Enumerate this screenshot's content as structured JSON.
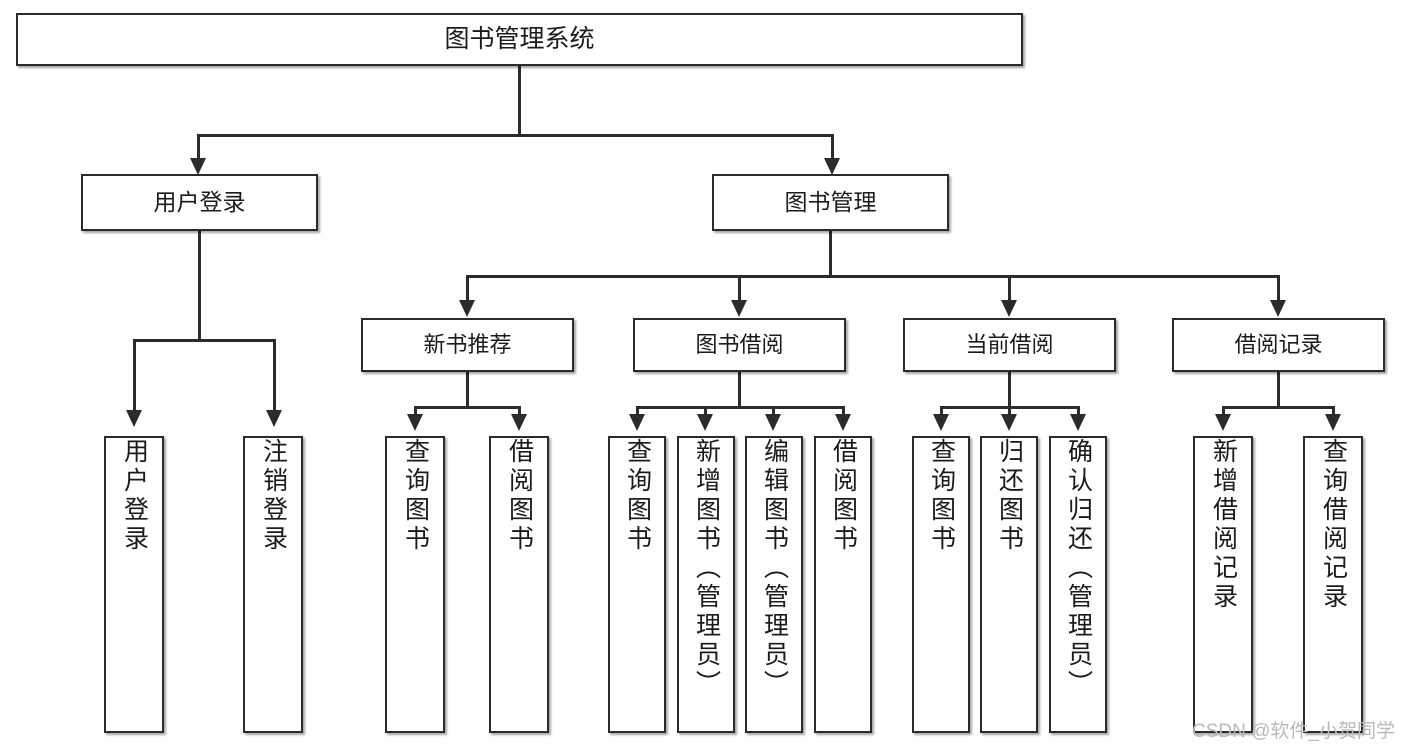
{
  "diagram": {
    "title": "图书管理系统",
    "type": "tree",
    "watermark": "CSDN @软件_小贺同学",
    "colors": {
      "stroke": "#2b2b2b",
      "fill": "#ffffff",
      "text": "#1b1b1b",
      "watermark": "#b9b9b9"
    },
    "root": {
      "label": "图书管理系统"
    },
    "level1": [
      {
        "label": "用户登录"
      },
      {
        "label": "图书管理"
      }
    ],
    "level2": [
      {
        "label": "新书推荐"
      },
      {
        "label": "图书借阅"
      },
      {
        "label": "当前借阅"
      },
      {
        "label": "借阅记录"
      }
    ],
    "leaves": {
      "user_login": [
        {
          "label": "用户登录"
        },
        {
          "label": "注销登录"
        }
      ],
      "new_book": [
        {
          "label": "查询图书"
        },
        {
          "label": "借阅图书"
        }
      ],
      "book_borrow": [
        {
          "label": "查询图书"
        },
        {
          "label": "新增图书（管理员）"
        },
        {
          "label": "编辑图书（管理员）"
        },
        {
          "label": "借阅图书"
        }
      ],
      "current_borrow": [
        {
          "label": "查询图书"
        },
        {
          "label": "归还图书"
        },
        {
          "label": "确认归还（管理员）"
        }
      ],
      "borrow_record": [
        {
          "label": "新增借阅记录"
        },
        {
          "label": "查询借阅记录"
        }
      ]
    }
  }
}
